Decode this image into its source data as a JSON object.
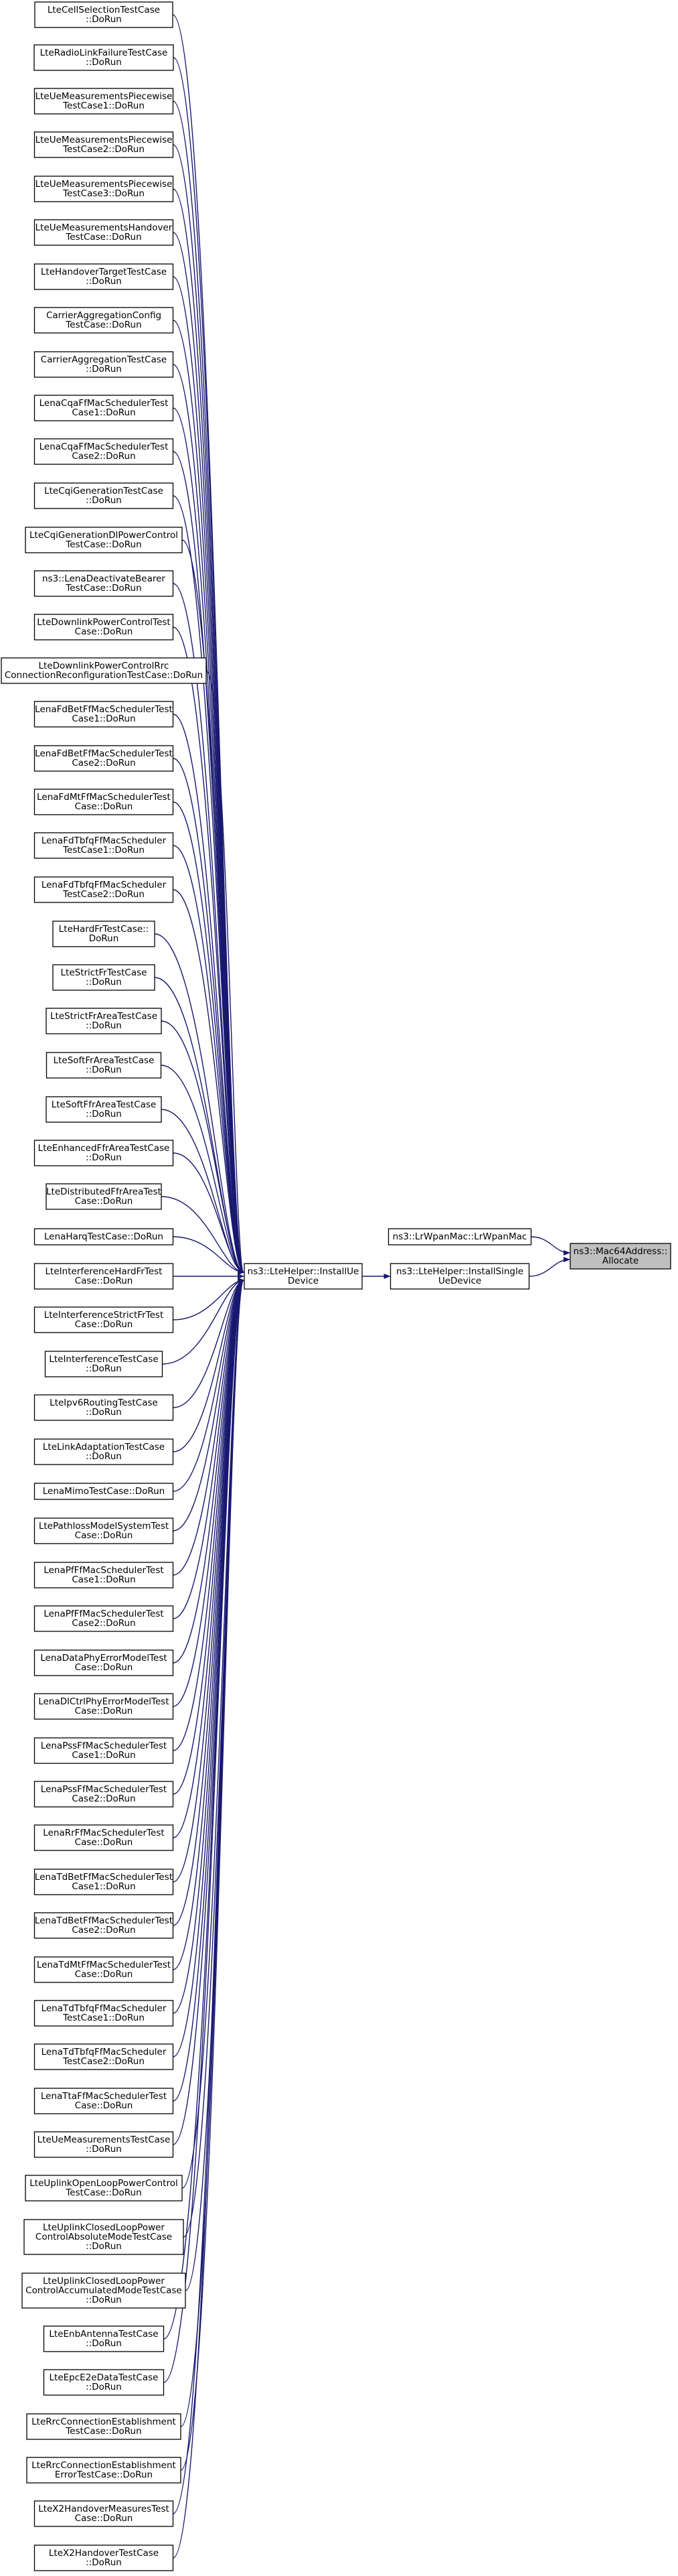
{
  "colors": {
    "edge": "#191970",
    "node_fill": "#ffffff",
    "node_stroke": "#000000",
    "focus_fill": "#bfbfbf"
  },
  "focus_node": {
    "id": "allocate",
    "lines": [
      "ns3::Mac64Address::",
      "Allocate"
    ]
  },
  "middle_nodes": [
    {
      "id": "lrwpan",
      "lines": [
        "ns3::LrWpanMac::LrWpanMac"
      ]
    },
    {
      "id": "installsingle",
      "lines": [
        "ns3::LteHelper::InstallSingle",
        "UeDevice"
      ]
    }
  ],
  "hub_node": {
    "id": "installue",
    "lines": [
      "ns3::LteHelper::InstallUe",
      "Device"
    ]
  },
  "callers": [
    [
      "LteCellSelectionTestCase",
      "::DoRun"
    ],
    [
      "LteRadioLinkFailureTestCase",
      "::DoRun"
    ],
    [
      "LteUeMeasurementsPiecewise",
      "TestCase1::DoRun"
    ],
    [
      "LteUeMeasurementsPiecewise",
      "TestCase2::DoRun"
    ],
    [
      "LteUeMeasurementsPiecewise",
      "TestCase3::DoRun"
    ],
    [
      "LteUeMeasurementsHandover",
      "TestCase::DoRun"
    ],
    [
      "LteHandoverTargetTestCase",
      "::DoRun"
    ],
    [
      "CarrierAggregationConfig",
      "TestCase::DoRun"
    ],
    [
      "CarrierAggregationTestCase",
      "::DoRun"
    ],
    [
      "LenaCqaFfMacSchedulerTest",
      "Case1::DoRun"
    ],
    [
      "LenaCqaFfMacSchedulerTest",
      "Case2::DoRun"
    ],
    [
      "LteCqiGenerationTestCase",
      "::DoRun"
    ],
    [
      "LteCqiGenerationDlPowerControl",
      "TestCase::DoRun"
    ],
    [
      "ns3::LenaDeactivateBearer",
      "TestCase::DoRun"
    ],
    [
      "LteDownlinkPowerControlTest",
      "Case::DoRun"
    ],
    [
      "LteDownlinkPowerControlRrc",
      "ConnectionReconfigurationTestCase::DoRun"
    ],
    [
      "LenaFdBetFfMacSchedulerTest",
      "Case1::DoRun"
    ],
    [
      "LenaFdBetFfMacSchedulerTest",
      "Case2::DoRun"
    ],
    [
      "LenaFdMtFfMacSchedulerTest",
      "Case::DoRun"
    ],
    [
      "LenaFdTbfqFfMacScheduler",
      "TestCase1::DoRun"
    ],
    [
      "LenaFdTbfqFfMacScheduler",
      "TestCase2::DoRun"
    ],
    [
      "LteHardFrTestCase::",
      "DoRun"
    ],
    [
      "LteStrictFrTestCase",
      "::DoRun"
    ],
    [
      "LteStrictFrAreaTestCase",
      "::DoRun"
    ],
    [
      "LteSoftFrAreaTestCase",
      "::DoRun"
    ],
    [
      "LteSoftFfrAreaTestCase",
      "::DoRun"
    ],
    [
      "LteEnhancedFfrAreaTestCase",
      "::DoRun"
    ],
    [
      "LteDistributedFfrAreaTest",
      "Case::DoRun"
    ],
    [
      "LenaHarqTestCase::DoRun"
    ],
    [
      "LteInterferenceHardFrTest",
      "Case::DoRun"
    ],
    [
      "LteInterferenceStrictFrTest",
      "Case::DoRun"
    ],
    [
      "LteInterferenceTestCase",
      "::DoRun"
    ],
    [
      "LteIpv6RoutingTestCase",
      "::DoRun"
    ],
    [
      "LteLinkAdaptationTestCase",
      "::DoRun"
    ],
    [
      "LenaMimoTestCase::DoRun"
    ],
    [
      "LtePathlossModelSystemTest",
      "Case::DoRun"
    ],
    [
      "LenaPfFfMacSchedulerTest",
      "Case1::DoRun"
    ],
    [
      "LenaPfFfMacSchedulerTest",
      "Case2::DoRun"
    ],
    [
      "LenaDataPhyErrorModelTest",
      "Case::DoRun"
    ],
    [
      "LenaDlCtrlPhyErrorModelTest",
      "Case::DoRun"
    ],
    [
      "LenaPssFfMacSchedulerTest",
      "Case1::DoRun"
    ],
    [
      "LenaPssFfMacSchedulerTest",
      "Case2::DoRun"
    ],
    [
      "LenaRrFfMacSchedulerTest",
      "Case::DoRun"
    ],
    [
      "LenaTdBetFfMacSchedulerTest",
      "Case1::DoRun"
    ],
    [
      "LenaTdBetFfMacSchedulerTest",
      "Case2::DoRun"
    ],
    [
      "LenaTdMtFfMacSchedulerTest",
      "Case::DoRun"
    ],
    [
      "LenaTdTbfqFfMacScheduler",
      "TestCase1::DoRun"
    ],
    [
      "LenaTdTbfqFfMacScheduler",
      "TestCase2::DoRun"
    ],
    [
      "LenaTtaFfMacSchedulerTest",
      "Case::DoRun"
    ],
    [
      "LteUeMeasurementsTestCase",
      "::DoRun"
    ],
    [
      "LteUplinkOpenLoopPowerControl",
      "TestCase::DoRun"
    ],
    [
      "LteUplinkClosedLoopPower",
      "ControlAbsoluteModeTestCase",
      "::DoRun"
    ],
    [
      "LteUplinkClosedLoopPower",
      "ControlAccumulatedModeTestCase",
      "::DoRun"
    ],
    [
      "LteEnbAntennaTestCase",
      "::DoRun"
    ],
    [
      "LteEpcE2eDataTestCase",
      "::DoRun"
    ],
    [
      "LteRrcConnectionEstablishment",
      "TestCase::DoRun"
    ],
    [
      "LteRrcConnectionEstablishment",
      "ErrorTestCase::DoRun"
    ],
    [
      "LteX2HandoverMeasuresTest",
      "Case::DoRun"
    ],
    [
      "LteX2HandoverTestCase",
      "::DoRun"
    ]
  ]
}
